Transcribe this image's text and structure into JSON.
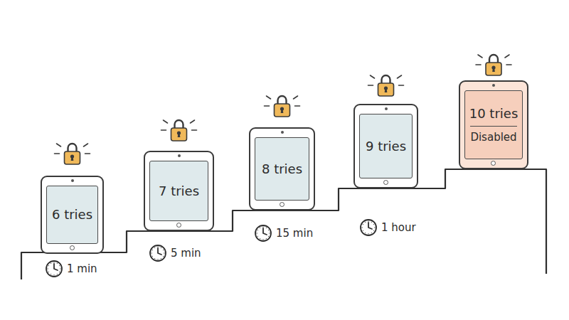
{
  "diagram": {
    "nodes": [
      {
        "text": [
          "6 tries"
        ]
      },
      {
        "text": [
          "7 tries"
        ]
      },
      {
        "text": [
          "8 tries"
        ]
      },
      {
        "text": [
          "9 tries"
        ]
      },
      {
        "text": [
          "10 tries",
          "Disabled"
        ]
      }
    ],
    "labels": [
      "1 min",
      "5 min",
      "15 min",
      "1 hour"
    ]
  }
}
